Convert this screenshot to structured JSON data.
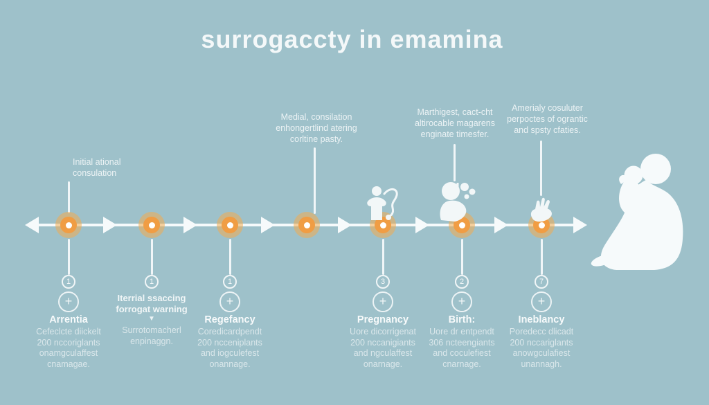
{
  "title": "surrogaccty in emamina",
  "colors": {
    "background": "#9ec1ca",
    "accent_orange": "#f09d44",
    "accent_orange_halo": "#f3ab50",
    "line_white": "#f6fafb"
  },
  "steps": [
    {
      "top_label": "Initial ational\nconsulation",
      "number": "1",
      "plus": "+",
      "heading": "Arrentia",
      "body": "Cefeclcte diickelt\n200 nccoriglants\nonamgculaffest\ncnamagae."
    },
    {
      "number": "1",
      "label": "Iterrial ssaccing\nforrogat warning",
      "caret": "▼",
      "body": "Surrotomacherl\nenpinaggn."
    },
    {
      "number": "1",
      "plus": "+",
      "heading": "Regefancy",
      "body": "Coredicardpendt\n200 ncceniplants\nand iogculefest\nonannage."
    },
    {
      "top_label": "Medial, consilation\nenhongertlind atering\ncorltine pasty."
    },
    {
      "number": "3",
      "plus": "+",
      "heading": "Pregnancy",
      "body": "Uore dicorrigenat\n200 nccanigiants\nand ngculaffest\nonarnage.",
      "icon": "person-stethoscope-icon"
    },
    {
      "top_label": "Marthigest, cact-cht\naltirocable magarens\nenginate timesfer.",
      "number": "2",
      "plus": "+",
      "heading": "Birth:",
      "body": "Uore dr entpendt\n306 ncteengiants\nand coculefiest\ncnarnage.",
      "icon": "person-holding-baby-icon"
    },
    {
      "top_label": "Amerialy cosuluter\nperpoctes of ograntic\nand spsty cfaties.",
      "number": "7",
      "plus": "+",
      "heading": "Ineblancy",
      "body": "Poredecc dlicadt\n200 nccariglants\nanowgculafiest\nunannagh.",
      "icon": "hand-icon"
    }
  ]
}
